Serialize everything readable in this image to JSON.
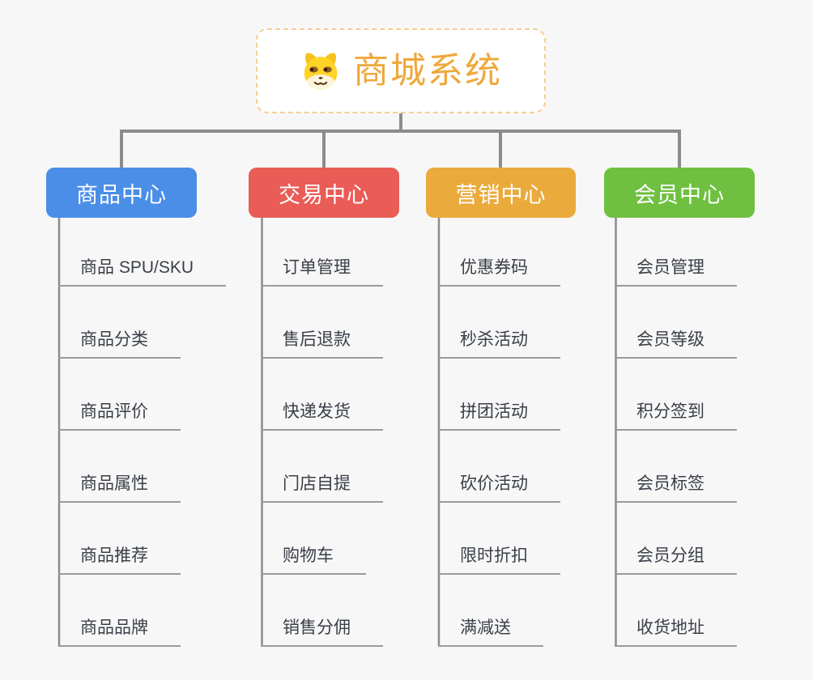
{
  "canvas": {
    "background_color": "#f7f7f7",
    "connector_color": "#8c8c8c",
    "underline_color": "#9b9b9b"
  },
  "root": {
    "title": "商城系统",
    "icon": "dog-face-icon",
    "text_color": "#efa73b",
    "border_color": "#f6ce93"
  },
  "branches": [
    {
      "label": "商品中心",
      "color": "#4a8ee8",
      "items": [
        "商品 SPU/SKU",
        "商品分类",
        "商品评价",
        "商品属性",
        "商品推荐",
        "商品品牌"
      ]
    },
    {
      "label": "交易中心",
      "color": "#ea5c56",
      "items": [
        "订单管理",
        "售后退款",
        "快递发货",
        "门店自提",
        "购物车",
        "销售分佣"
      ]
    },
    {
      "label": "营销中心",
      "color": "#eaaa3c",
      "items": [
        "优惠券码",
        "秒杀活动",
        "拼团活动",
        "砍价活动",
        "限时折扣",
        "满减送"
      ]
    },
    {
      "label": "会员中心",
      "color": "#6fc040",
      "items": [
        "会员管理",
        "会员等级",
        "积分签到",
        "会员标签",
        "会员分组",
        "收货地址"
      ]
    }
  ]
}
